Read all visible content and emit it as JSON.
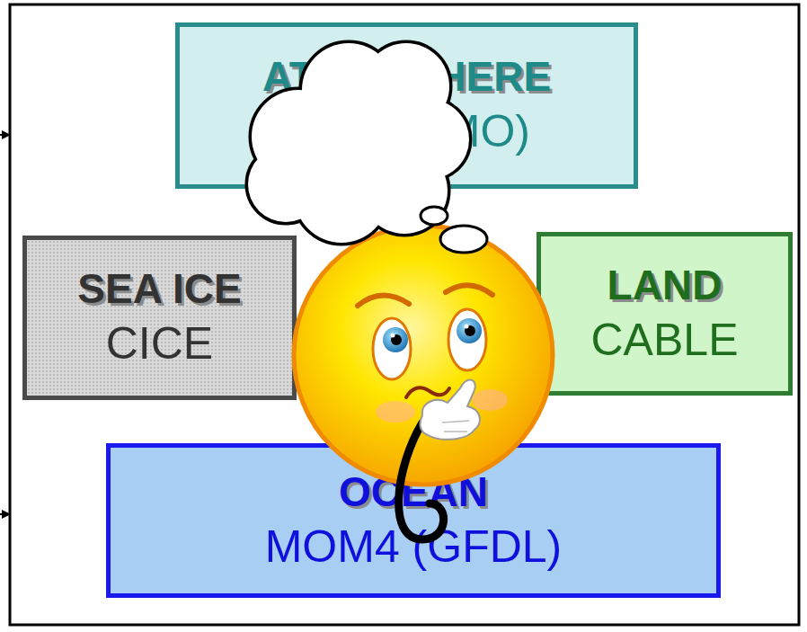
{
  "diagram": {
    "nodes": [
      {
        "text": [
          "ATMOSPHERE",
          "UM (UKMO)"
        ]
      },
      {
        "text": [
          "SEA ICE",
          "CICE"
        ]
      },
      {
        "text": [
          "LAND",
          "CABLE"
        ]
      },
      {
        "text": [
          "OCEAN",
          "MOM4 (GFDL)"
        ]
      }
    ]
  }
}
